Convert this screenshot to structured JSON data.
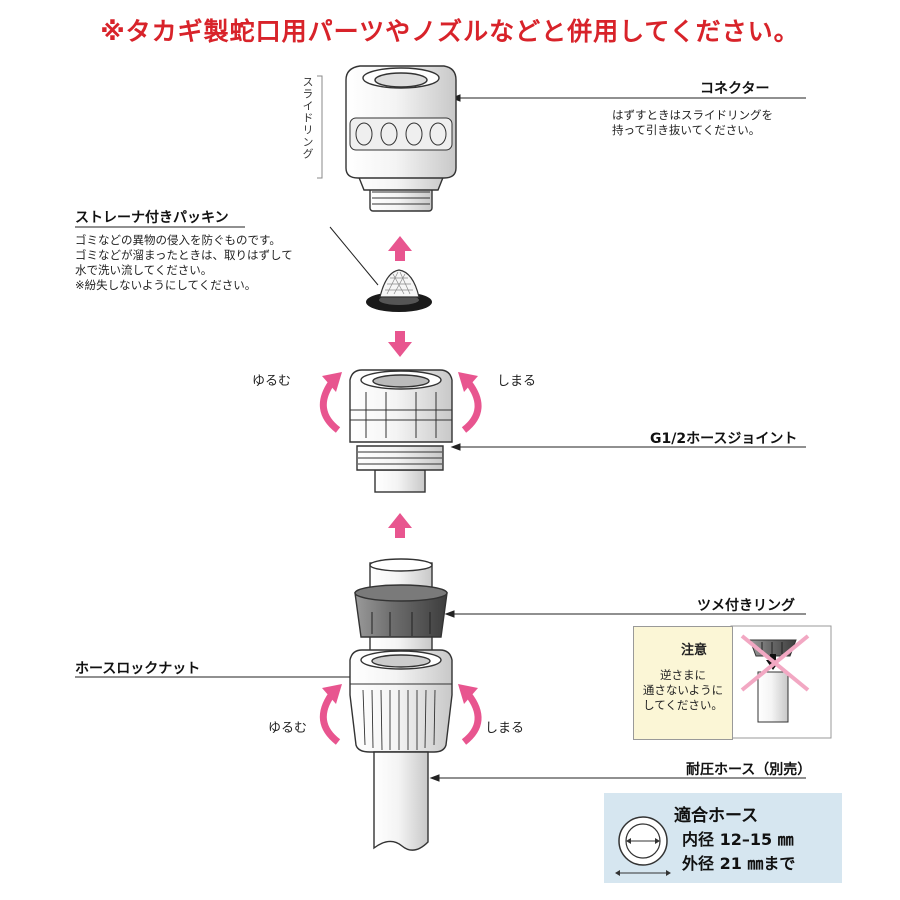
{
  "headline": "※タカギ製蛇口用パーツやノズルなどと併用してください。",
  "parts": {
    "connector": {
      "name": "コネクター",
      "note_line1": "はずすときはスライドリングを",
      "note_line2": "持って引き抜いてください。",
      "slide_ring_label": "スライドリング"
    },
    "packing": {
      "name": "ストレーナ付きパッキン",
      "note_line1": "ゴミなどの異物の侵入を防ぐものです。",
      "note_line2": "ゴミなどが溜まったときは、取りはずして",
      "note_line3": "水で洗い流してください。",
      "note_line4": "※紛失しないようにしてください。"
    },
    "joint": {
      "name": "G1/2ホースジョイント"
    },
    "claw_ring": {
      "name": "ツメ付きリング"
    },
    "lock_nut": {
      "name": "ホースロックナット"
    },
    "hose": {
      "name": "耐圧ホース（別売）"
    }
  },
  "directions": {
    "loosen": "ゆるむ",
    "tighten": "しまる"
  },
  "caution": {
    "icon": "warning-triangle-icon",
    "title": "注意",
    "line1": "逆さまに",
    "line2": "通さないように",
    "line3": "してください。"
  },
  "hose_spec": {
    "title": "適合ホース",
    "inner": "内径 12–15 ㎜",
    "outer": "外径 21 ㎜まで"
  },
  "colors": {
    "headline": "#d8232a",
    "arrow_pink": "#e8558f",
    "caution_bg": "#fbf6d6",
    "spec_bg": "#d6e6f0"
  }
}
